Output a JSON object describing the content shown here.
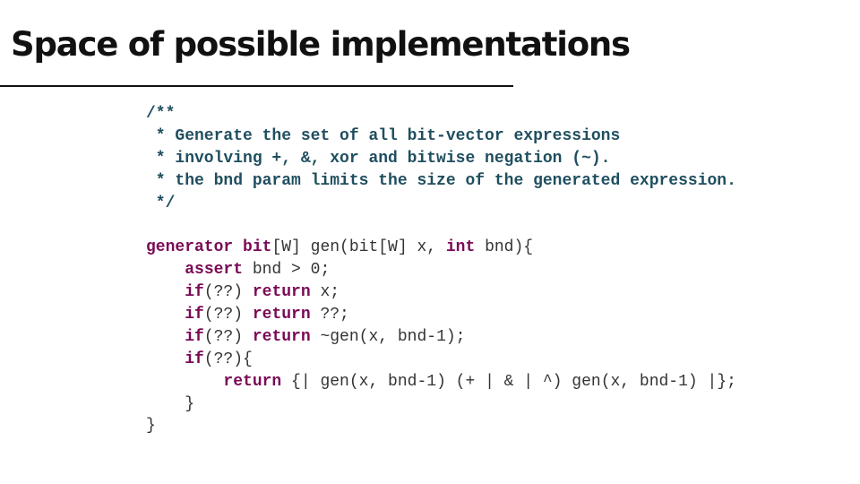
{
  "slide": {
    "title": "Space of possible implementations"
  },
  "colors": {
    "comment": "#1f4e5f",
    "keyword": "#7a0a55",
    "plain": "#333333"
  },
  "code": [
    [
      {
        "t": "/**",
        "k": "cm"
      }
    ],
    [
      {
        "t": " * Generate the set of all bit-vector expressions",
        "k": "cm"
      }
    ],
    [
      {
        "t": " * involving +, &, xor and bitwise negation (~).",
        "k": "cm"
      }
    ],
    [
      {
        "t": " * the bnd param limits the size of the generated expression.",
        "k": "cm"
      }
    ],
    [
      {
        "t": " */",
        "k": "cm"
      }
    ],
    [
      {
        "t": "",
        "k": "pl"
      }
    ],
    [
      {
        "t": "generator",
        "k": "kw"
      },
      {
        "t": " ",
        "k": "pl"
      },
      {
        "t": "bit",
        "k": "kw"
      },
      {
        "t": "[W] gen(bit[W] x, ",
        "k": "pl"
      },
      {
        "t": "int",
        "k": "kw"
      },
      {
        "t": " bnd){",
        "k": "pl"
      }
    ],
    [
      {
        "t": "    ",
        "k": "pl"
      },
      {
        "t": "assert",
        "k": "kw"
      },
      {
        "t": " bnd > 0;",
        "k": "pl"
      }
    ],
    [
      {
        "t": "    ",
        "k": "pl"
      },
      {
        "t": "if",
        "k": "kw"
      },
      {
        "t": "(??) ",
        "k": "pl"
      },
      {
        "t": "return",
        "k": "kw"
      },
      {
        "t": " x;",
        "k": "pl"
      }
    ],
    [
      {
        "t": "    ",
        "k": "pl"
      },
      {
        "t": "if",
        "k": "kw"
      },
      {
        "t": "(??) ",
        "k": "pl"
      },
      {
        "t": "return",
        "k": "kw"
      },
      {
        "t": " ??;",
        "k": "pl"
      }
    ],
    [
      {
        "t": "    ",
        "k": "pl"
      },
      {
        "t": "if",
        "k": "kw"
      },
      {
        "t": "(??) ",
        "k": "pl"
      },
      {
        "t": "return",
        "k": "kw"
      },
      {
        "t": " ~gen(x, bnd-1);",
        "k": "pl"
      }
    ],
    [
      {
        "t": "    ",
        "k": "pl"
      },
      {
        "t": "if",
        "k": "kw"
      },
      {
        "t": "(??){",
        "k": "pl"
      }
    ],
    [
      {
        "t": "        ",
        "k": "pl"
      },
      {
        "t": "return",
        "k": "kw"
      },
      {
        "t": " {| gen(x, bnd-1) (+ | & | ^) gen(x, bnd-1) |};",
        "k": "pl"
      }
    ],
    [
      {
        "t": "    }",
        "k": "pl"
      }
    ],
    [
      {
        "t": "}",
        "k": "pl"
      }
    ]
  ]
}
